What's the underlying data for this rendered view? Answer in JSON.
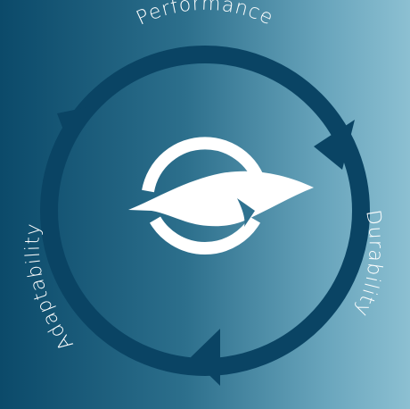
{
  "diagram": {
    "labels": {
      "top": "Performance",
      "right": "Durability",
      "left": "Adaptability"
    },
    "logo": "feather-logo",
    "colors": {
      "ring": "#0a4464",
      "text": "#ffffff",
      "logo": "#ffffff"
    }
  }
}
